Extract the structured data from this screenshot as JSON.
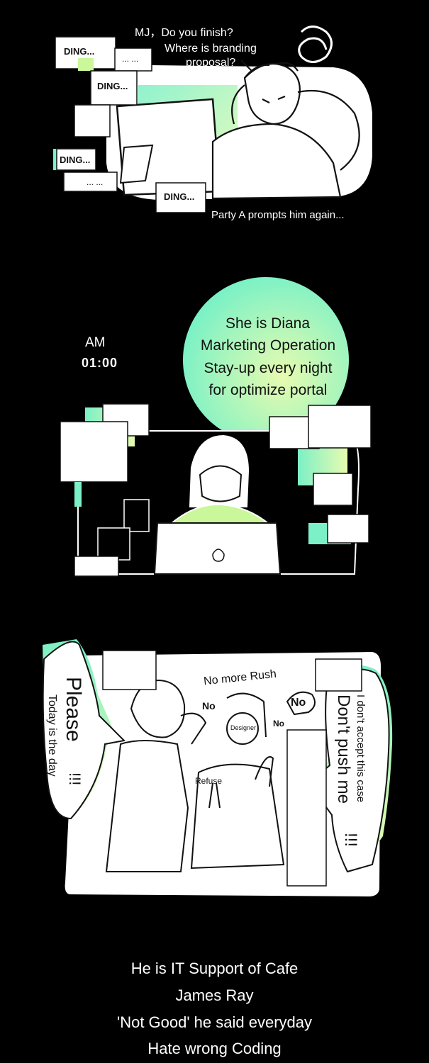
{
  "panel1": {
    "speech_question": "MJ，Do you finish?",
    "speech_where_1": "Where is branding",
    "speech_where_2": "proposal?",
    "bubble_ding": "DING...",
    "bubble_dots": "... ...",
    "caption": "Party A prompts him again..."
  },
  "panel2": {
    "am_label": "AM",
    "time": "01:00",
    "intro_line1": "She is Diana",
    "intro_line2": "Marketing Operation",
    "intro_line3": "Stay-up every night",
    "intro_line4": "for optimize portal"
  },
  "panel3": {
    "please": "Please",
    "exclaim": "!!!",
    "today": "Today is the day",
    "no_more_rush": "No more Rush",
    "no": "No",
    "designer": "Designer",
    "refuse": "Refuse",
    "dont_accept": "I don't accept this case",
    "dont_push": "Don't push me",
    "exclaim_right": "!!!"
  },
  "intro4": {
    "line1": "He is IT Support of Cafe",
    "line2": "James Ray",
    "line3": "'Not Good' he said everyday",
    "line4": "Hate wrong Coding"
  },
  "colors": {
    "background": "#000000",
    "accent_green_light": "#c9f79a",
    "accent_teal": "#7cf0c6",
    "ink": "#111111",
    "paper": "#ffffff"
  }
}
